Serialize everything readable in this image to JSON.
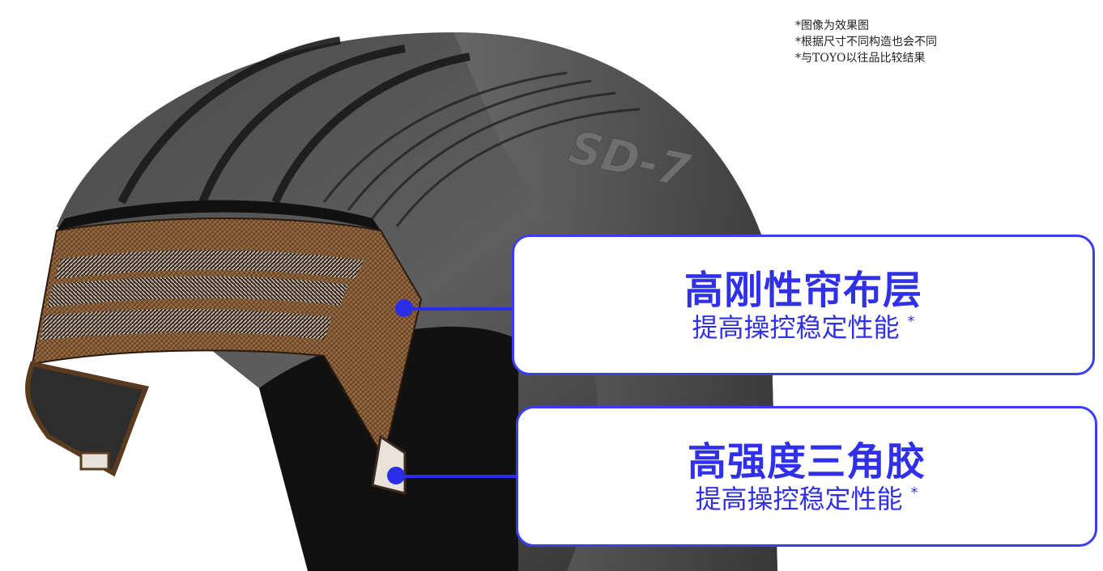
{
  "notes": [
    "*图像为效果图",
    "*根据尺寸不同构造也会不同",
    "*与TOYO以往品比较结果"
  ],
  "tire": {
    "sidewall_text": "SD-7"
  },
  "callouts": [
    {
      "title": "高刚性帘布层",
      "subtitle": "提高操控稳定性能",
      "mark": "*"
    },
    {
      "title": "高强度三角胶",
      "subtitle": "提高操控稳定性能",
      "mark": "*"
    }
  ],
  "colors": {
    "accent": "#3030e8",
    "tire": "#3a3a3a",
    "ply": "#7a5432"
  }
}
